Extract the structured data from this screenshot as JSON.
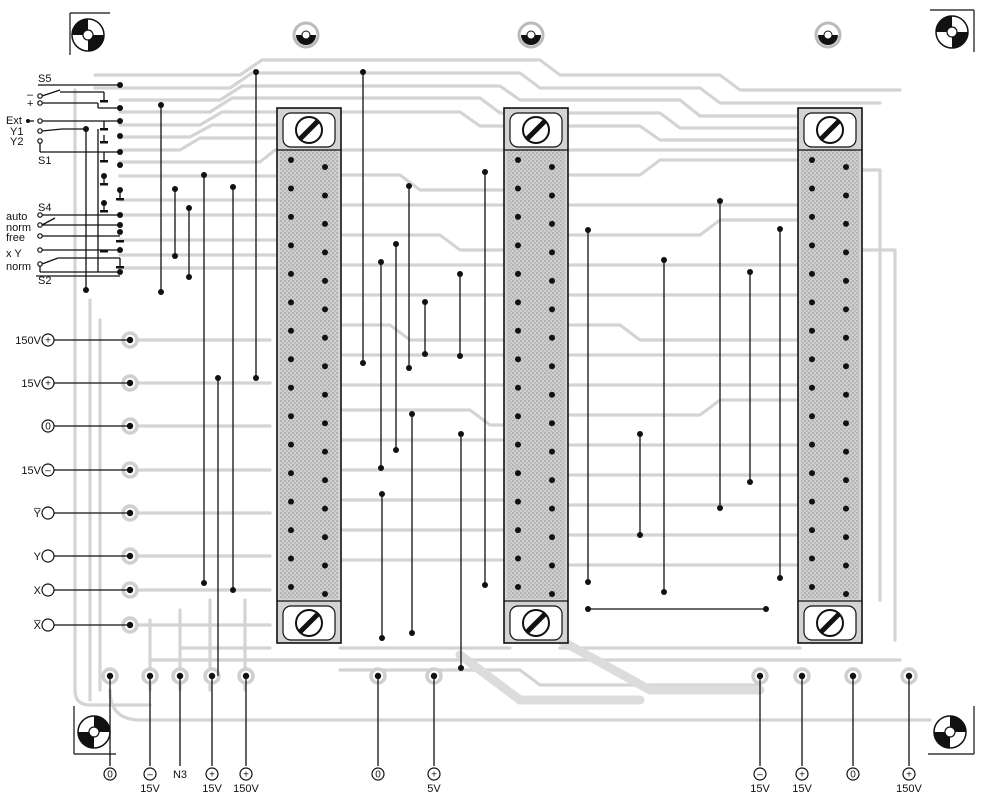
{
  "switch_labels": {
    "s5": "S5",
    "s5_minus": "–",
    "s5_plus": "+",
    "ext": "Ext",
    "y1": "Y1",
    "y2": "Y2",
    "s1": "S1",
    "s4": "S4",
    "auto": "auto",
    "norm1": "norm",
    "free": "free",
    "xy": "x Y",
    "norm2": "norm",
    "s2": "S2"
  },
  "left_terminals": [
    {
      "label": "150V",
      "symbol": "+"
    },
    {
      "label": "15V",
      "symbol": "+"
    },
    {
      "label": "",
      "symbol": "0"
    },
    {
      "label": "15V",
      "symbol": "–"
    },
    {
      "label": "Y̅",
      "symbol": ""
    },
    {
      "label": "Y",
      "symbol": ""
    },
    {
      "label": "X",
      "symbol": ""
    },
    {
      "label": "X̅",
      "symbol": ""
    }
  ],
  "bottom_terminals": [
    {
      "symbol": "0",
      "label": ""
    },
    {
      "symbol": "–",
      "label": "15V"
    },
    {
      "symbol": "N3",
      "label": ""
    },
    {
      "symbol": "+",
      "label": "15V"
    },
    {
      "symbol": "+",
      "label": "150V"
    },
    {
      "symbol": "0",
      "label": ""
    },
    {
      "symbol": "+",
      "label": "5V"
    },
    {
      "symbol": "–",
      "label": "15V"
    },
    {
      "symbol": "+",
      "label": "15V"
    },
    {
      "symbol": "0",
      "label": ""
    },
    {
      "symbol": "+",
      "label": "150V"
    }
  ],
  "icons": {
    "mounting_hole": "registration-target-icon",
    "screw": "screw-slot-icon"
  }
}
